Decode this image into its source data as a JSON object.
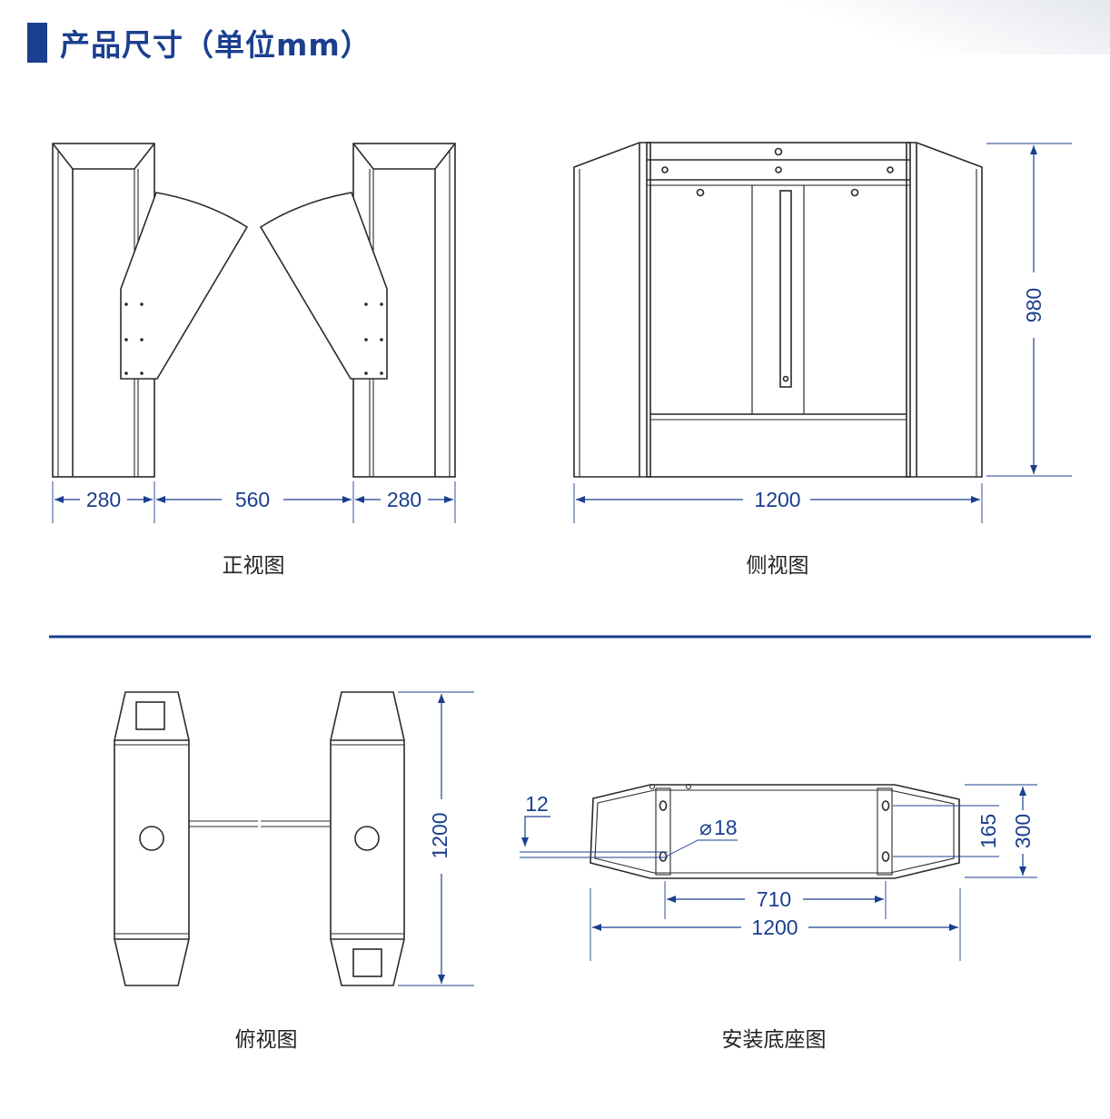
{
  "header": {
    "title": "产品尺寸（单位mm）",
    "accent_color": "#1b3f8f"
  },
  "views": {
    "front": {
      "caption": "正视图",
      "dims": {
        "left_width": "280",
        "gap": "560",
        "right_width": "280"
      }
    },
    "side": {
      "caption": "侧视图",
      "dims": {
        "width": "1200",
        "height": "980"
      }
    },
    "top": {
      "caption": "俯视图",
      "dims": {
        "length": "1200"
      }
    },
    "base": {
      "caption": "安装底座图",
      "dims": {
        "plate_thickness": "12",
        "hole_diameter": "18",
        "hole_spacing": "710",
        "length": "1200",
        "hole_pitch": "165",
        "width": "300"
      }
    }
  }
}
